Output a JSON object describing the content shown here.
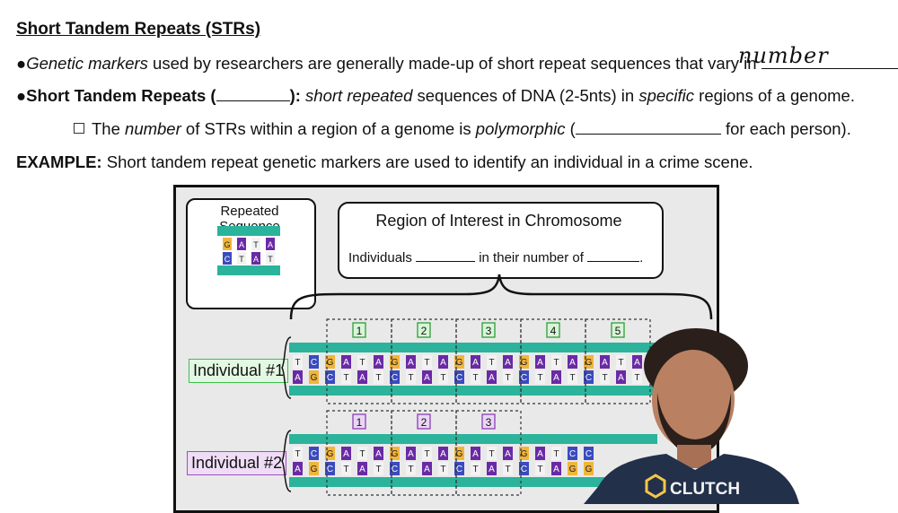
{
  "header": {
    "title": "Short Tandem Repeats (STRs)"
  },
  "bullets": {
    "b1_lead": "●",
    "b1_italic": "Genetic markers",
    "b1_text": " used by researchers are generally made-up of short repeat sequences that vary in ",
    "b1_handwritten": "number",
    "b1_end": ".",
    "b2_lead": "●Short Tandem Repeats (",
    "b2_mid": "):",
    "b2_italic1": " short repeated",
    "b2_text1": " sequences of DNA (2-5nts) in ",
    "b2_italic2": "specific",
    "b2_text2": " regions of a genome.",
    "b3_text1": "The ",
    "b3_italic1": "number",
    "b3_text2": " of STRs within a region of a genome is ",
    "b3_italic2": "polymorphic",
    "b3_text3": " (",
    "b3_text4": " for each person).",
    "example_label": "EXAMPLE:",
    "example_text": " Short tandem repeat genetic markers are used to identify an individual in a crime scene."
  },
  "diagram": {
    "repeated_sequence_title": "Repeated Sequence",
    "roi_title": "Region of Interest in Chromosome",
    "roi_text1": "Individuals ",
    "roi_text2": " in their number of ",
    "roi_text3": ".",
    "individual1_label": "Individual #1",
    "individual2_label": "Individual #2",
    "individual1_repeats": [
      "1",
      "2",
      "3",
      "4",
      "5"
    ],
    "individual2_repeats": [
      "1",
      "2",
      "3"
    ],
    "repeat_top": [
      "G",
      "A",
      "T",
      "A"
    ],
    "repeat_bottom": [
      "C",
      "T",
      "A",
      "T"
    ],
    "ind1_top": [
      "T",
      "C",
      "G",
      "A",
      "T",
      "A",
      "G",
      "A",
      "T",
      "A",
      "G",
      "A",
      "T",
      "A",
      "G",
      "A",
      "T",
      "A",
      "G",
      "A",
      "T",
      "A"
    ],
    "ind1_bottom": [
      "A",
      "G",
      "C",
      "T",
      "A",
      "T",
      "C",
      "T",
      "A",
      "T",
      "C",
      "T",
      "A",
      "T",
      "C",
      "T",
      "A",
      "T",
      "C",
      "T",
      "A",
      "T"
    ],
    "ind2_top": [
      "T",
      "C",
      "G",
      "A",
      "T",
      "A",
      "G",
      "A",
      "T",
      "A",
      "G",
      "A",
      "T",
      "A",
      "G",
      "A",
      "T",
      "C",
      "C"
    ],
    "ind2_bottom": [
      "A",
      "G",
      "C",
      "T",
      "A",
      "T",
      "C",
      "T",
      "A",
      "T",
      "C",
      "T",
      "A",
      "T",
      "C",
      "T",
      "A",
      "G",
      "G"
    ]
  },
  "presenter": {
    "shirt_logo": "CLUTCH"
  },
  "colors": {
    "strand": "#2bb39b",
    "A": "#6a2aa6",
    "T": "#f2f2f2",
    "G": "#f0b53a",
    "C": "#3a4bbf",
    "green_box": "#3cbf4a",
    "purple_box": "#9b4fc0"
  }
}
